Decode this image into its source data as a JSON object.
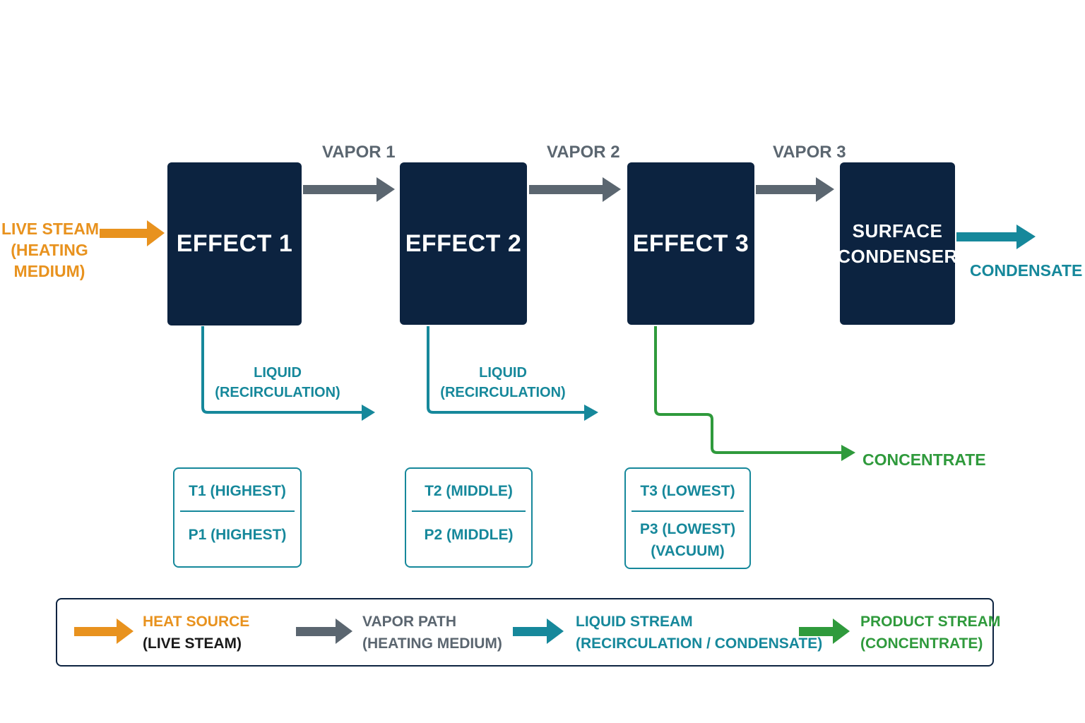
{
  "boxes": {
    "effect1": "EFFECT 1",
    "effect2": "EFFECT 2",
    "effect3": "EFFECT 3",
    "condenser_line1": "SURFACE",
    "condenser_line2": "CONDENSER"
  },
  "vapors": [
    "VAPOR 1",
    "VAPOR 2",
    "VAPOR 3"
  ],
  "live_steam": {
    "line1": "LIVE STEAM",
    "line2": "(HEATING",
    "line3": "MEDIUM)"
  },
  "condensate": "CONDENSATE",
  "liquid": {
    "line1": "LIQUID",
    "line2": "(RECIRCULATION)"
  },
  "concentrate": "CONCENTRATE",
  "conditions": [
    {
      "t": "T1 (HIGHEST)",
      "p": "P1 (HIGHEST)",
      "p2": ""
    },
    {
      "t": "T2 (MIDDLE)",
      "p": "P2 (MIDDLE)",
      "p2": ""
    },
    {
      "t": "T3 (LOWEST)",
      "p": "P3 (LOWEST)",
      "p2": "(VACUUM)"
    }
  ],
  "legend": {
    "heat": {
      "line1": "HEAT SOURCE",
      "line2": "(LIVE STEAM)"
    },
    "vapor": {
      "line1": "VAPOR PATH",
      "line2": "(HEATING MEDIUM)"
    },
    "liquid": {
      "line1": "LIQUID STREAM",
      "line2": "(RECIRCULATION / CONDENSATE)"
    },
    "product": {
      "line1": "PRODUCT STREAM",
      "line2": "(CONCENTRATE)"
    }
  },
  "colors": {
    "box": "#0c2340",
    "heat": "#e8921e",
    "vapor": "#5b6670",
    "liquid": "#16889b",
    "product": "#2f9a3c"
  }
}
